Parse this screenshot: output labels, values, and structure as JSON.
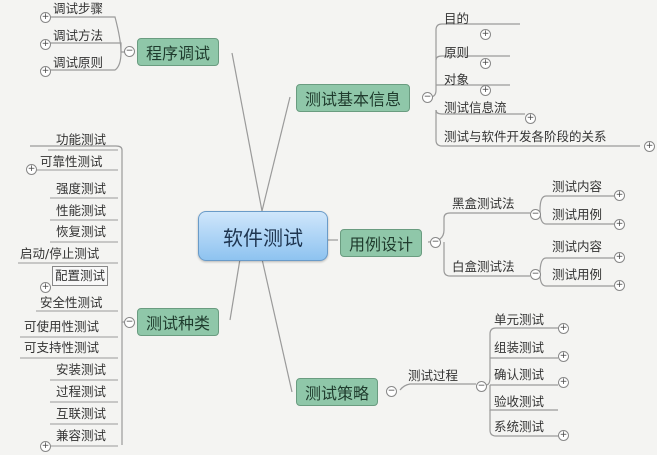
{
  "center": {
    "label": "软件测试"
  },
  "branches": {
    "debug": {
      "label": "程序调试",
      "children": [
        "调试步骤",
        "调试方法",
        "调试原则"
      ]
    },
    "basic_info": {
      "label": "测试基本信息",
      "children": [
        "目的",
        "原则",
        "对象",
        "测试信息流",
        "测试与软件开发各阶段的关系"
      ]
    },
    "case_design": {
      "label": "用例设计",
      "children": [
        {
          "label": "黑盒测试法",
          "children": [
            "测试内容",
            "测试用例"
          ]
        },
        {
          "label": "白盒测试法",
          "children": [
            "测试内容",
            "测试用例"
          ]
        }
      ]
    },
    "types": {
      "label": "测试种类",
      "children": [
        "功能测试",
        "可靠性测试",
        "强度测试",
        "性能测试",
        "恢复测试",
        "启动/停止测试",
        "配置测试",
        "安全性测试",
        "可使用性测试",
        "可支持性测试",
        "安装测试",
        "过程测试",
        "互联测试",
        "兼容测试"
      ]
    },
    "strategy": {
      "label": "测试策略",
      "children": [
        {
          "label": "测试过程",
          "children": [
            "单元测试",
            "组装测试",
            "确认测试",
            "验收测试",
            "系统测试"
          ]
        }
      ]
    }
  },
  "icons": {
    "expand": "+",
    "collapse": "−"
  },
  "colors": {
    "center_fill": "#a9d2f5",
    "main_fill": "#8fc7a9",
    "background": "#f4f4f2",
    "line": "#999999"
  }
}
